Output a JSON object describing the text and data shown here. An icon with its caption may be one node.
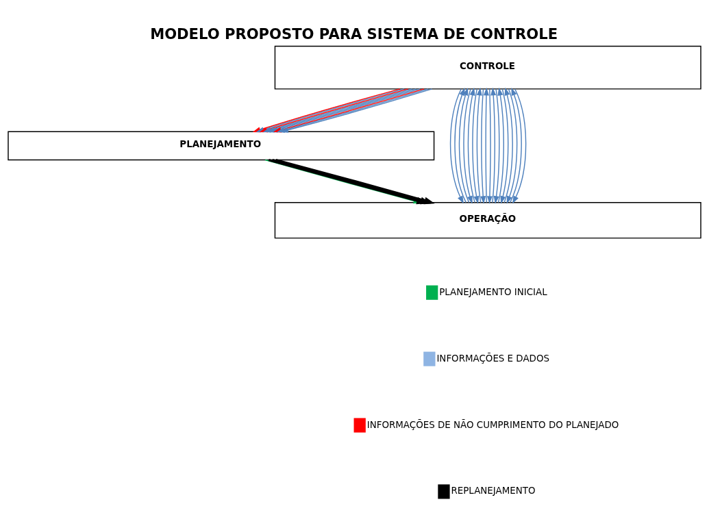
{
  "diagram": {
    "title": "MODELO PROPOSTO PARA SISTEMA DE CONTROLE",
    "nodes": [
      {
        "text": [
          "PLANEJAMENTO"
        ]
      },
      {
        "text": [
          "CONTROLE"
        ]
      },
      {
        "text": [
          "OPERAÇÃO"
        ]
      }
    ],
    "edges": [
      {
        "from": 0,
        "to": 2,
        "arrow": "to",
        "color": "#00b050"
      },
      {
        "from": 1,
        "to": 0,
        "arrow": "to",
        "color": "#ff0000"
      },
      {
        "from": 0,
        "to": 2,
        "arrow": "to",
        "style": "thick",
        "color": "#000000"
      },
      {
        "from": 1,
        "to": 0,
        "arrow": "to"
      },
      {
        "from": 1,
        "to": 0,
        "arrow": "to",
        "color": "#ff0000"
      },
      {
        "from": 0,
        "to": 2,
        "arrow": "to",
        "style": "thick",
        "color": "#000000"
      },
      {
        "from": 1,
        "to": 0,
        "arrow": "to"
      },
      {
        "from": 1,
        "to": 0,
        "arrow": "to"
      },
      {
        "from": 1,
        "to": 0,
        "arrow": "to"
      },
      {
        "from": 1,
        "to": 0,
        "arrow": "to",
        "color": "#ff0000"
      },
      {
        "from": 0,
        "to": 2,
        "arrow": "to",
        "style": "thick",
        "color": "#000000"
      },
      {
        "from": 1,
        "to": 0,
        "arrow": "to"
      },
      {
        "from": 1,
        "to": 0,
        "arrow": "to"
      },
      {
        "from": 2,
        "to": 1,
        "arrow": "to"
      },
      {
        "from": 1,
        "to": 2,
        "arrow": "to"
      },
      {
        "from": 2,
        "to": 1,
        "arrow": "to"
      },
      {
        "from": 1,
        "to": 2,
        "arrow": "to"
      },
      {
        "from": 2,
        "to": 1,
        "arrow": "to"
      },
      {
        "from": 1,
        "to": 2,
        "arrow": "to"
      },
      {
        "from": 2,
        "to": 1,
        "arrow": "to"
      },
      {
        "from": 1,
        "to": 2,
        "arrow": "to"
      },
      {
        "from": 2,
        "to": 1,
        "arrow": "to"
      },
      {
        "from": 1,
        "to": 2,
        "arrow": "to"
      },
      {
        "from": 2,
        "to": 1,
        "arrow": "to"
      },
      {
        "from": 1,
        "to": 2,
        "arrow": "to"
      },
      {
        "from": 2,
        "to": 1,
        "arrow": "to"
      },
      {
        "from": 1,
        "to": 2,
        "arrow": "to"
      },
      {
        "from": 2,
        "to": 1,
        "arrow": "to"
      },
      {
        "from": 1,
        "to": 2,
        "arrow": "to"
      },
      {
        "from": 2,
        "to": 1,
        "arrow": "to"
      },
      {
        "from": 1,
        "to": 2,
        "arrow": "to"
      }
    ],
    "legend": [
      {
        "text": "PLANEJAMENTO INICIAL",
        "color": "#00b050"
      },
      {
        "text": "INFORMAÇÕES E DADOS",
        "color": "#8eb4e3"
      },
      {
        "text": "INFORMAÇÕES DE NÃO CUMPRIMENTO DO PLANEJADO",
        "color": "#ff0000"
      },
      {
        "text": "REPLANEJAMENTO",
        "color": "#000000"
      }
    ]
  }
}
